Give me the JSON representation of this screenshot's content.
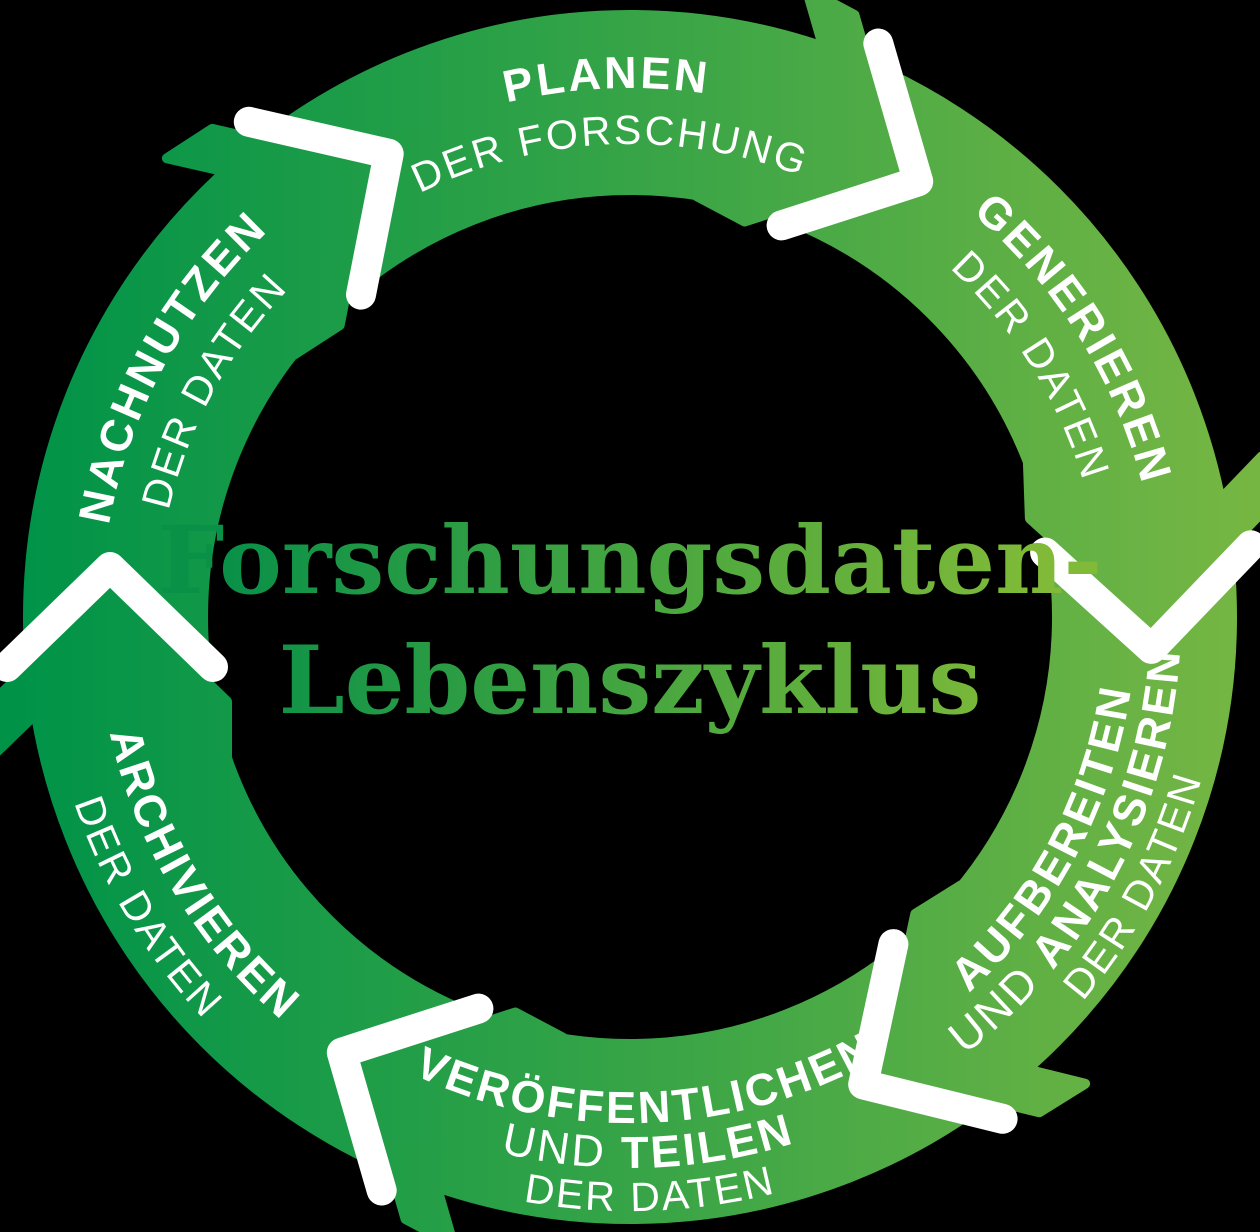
{
  "colors": {
    "background": "#000000",
    "ring_gradient_start": "#009348",
    "ring_gradient_mid": "#36a447",
    "ring_gradient_end": "#75b643",
    "title_gradient_start": "#0a9148",
    "title_gradient_end": "#80ba38",
    "label_text": "#ffffff",
    "gap_white": "#ffffff"
  },
  "title": {
    "line1": "Forschungsdaten-",
    "line2": "Lebenszyklus"
  },
  "ring": {
    "segments": [
      {
        "key": "planen",
        "line1": "PLANEN",
        "line2": "DER FORSCHUNG"
      },
      {
        "key": "generieren",
        "line1": "GENERIEREN",
        "line2": "DER DATEN"
      },
      {
        "key": "aufbereiten-analysieren",
        "line1": "AUFBEREITEN",
        "line2_regular": "UND ",
        "line2_bold": "ANALYSIEREN",
        "line3": "DER DATEN"
      },
      {
        "key": "veroeffentlichen-teilen",
        "line1": "VERÖFFENTLICHEN",
        "line2_regular": "UND ",
        "line2_bold": "TEILEN",
        "line3": "DER DATEN"
      },
      {
        "key": "archivieren",
        "line1": "ARCHIVIEREN",
        "line2": "DER DATEN"
      },
      {
        "key": "nachnutzen",
        "line1": "NACHNUTZEN",
        "line2": "DER DATEN"
      }
    ]
  }
}
